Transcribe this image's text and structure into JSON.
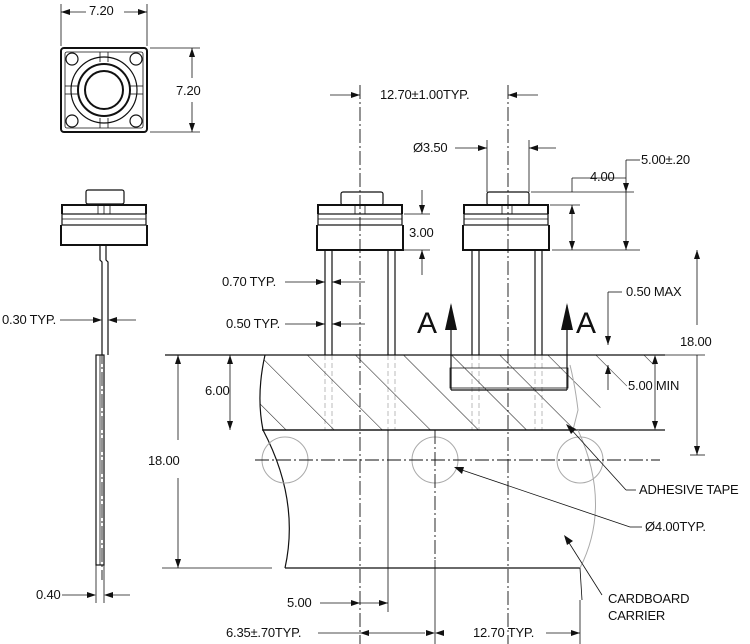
{
  "dimensions": {
    "top_width": "7.20",
    "top_height": "7.20",
    "pitch": "12.70±1.00TYP.",
    "actuator_diameter": "Ø3.50",
    "actuator_height": "4.00",
    "body_height_tol": "5.00±.20",
    "body_height": "3.00",
    "lead_width": "0.70 TYP.",
    "lead_thickness_front": "0.50 TYP.",
    "side_lead_thickness": "0.30 TYP.",
    "lead_gap": "0.50 MAX",
    "overall_height_right": "18.00",
    "tape_width": "6.00",
    "insertion_min": "5.00 MIN",
    "carrier_height": "18.00",
    "side_base": "0.40",
    "hole_offset": "5.00",
    "first_hole": "6.35±.70TYP.",
    "hole_pitch": "12.70 TYP."
  },
  "callouts": {
    "adhesive_tape": "ADHESIVE TAPE",
    "hole_diameter": "Ø4.00TYP.",
    "cardboard_line1": "CARDBOARD",
    "cardboard_line2": "CARRIER"
  },
  "section": {
    "left_letter": "A",
    "right_letter": "A"
  }
}
